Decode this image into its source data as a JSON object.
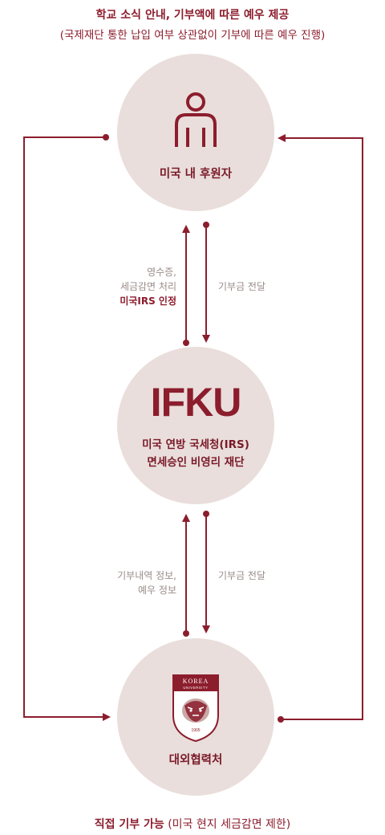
{
  "header": {
    "title": "학교 소식 안내, 기부액에 따른 예우 제공",
    "subtitle": "(국제재단 통한 납입 여부 상관없이 기부에 따른 예우 진행)"
  },
  "nodes": {
    "donor": {
      "label": "미국 내 후원자",
      "icon": "person-icon"
    },
    "ifku": {
      "title": "IFKU",
      "desc_line1": "미국 연방 국세청(IRS)",
      "desc_line2": "면세승인 비영리 재단"
    },
    "partner": {
      "label": "대외협력처",
      "icon": "korea-university-crest",
      "crest_text": "KOREA",
      "crest_sub": "UNIVERSITY",
      "crest_year": "1905"
    }
  },
  "edges": {
    "ifku_to_donor": {
      "line1": "영수증,",
      "line2": "세금감면 처리",
      "line3": "미국IRS 인정"
    },
    "donor_to_ifku": "기부금 전달",
    "partner_to_ifku": {
      "line1": "기부내역 정보,",
      "line2": "예우 정보"
    },
    "ifku_to_partner": "기부금 전달"
  },
  "footer": {
    "strong": "직접 기부 가능",
    "rest": " (미국 현지 세금감면 제한)"
  },
  "colors": {
    "accent": "#8c1d2d",
    "circle": "#e9dedb",
    "muted": "#9a8c89"
  }
}
